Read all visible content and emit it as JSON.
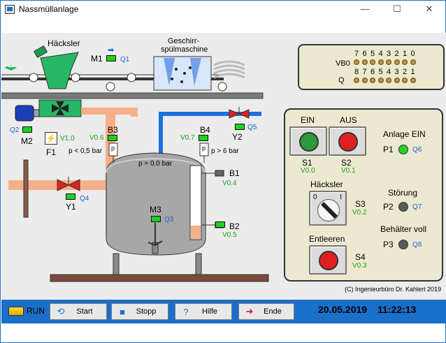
{
  "window": {
    "title": "Nassmüllanlage",
    "minimize_glyph": "—",
    "maximize_glyph": "☐",
    "close_glyph": "✕"
  },
  "scene": {
    "haecksler_label": "Häcksler",
    "spuelmaschine_label_1": "Geschirr-",
    "spuelmaschine_label_2": "spülmaschine",
    "m1": "M1",
    "q1": "Q1",
    "m2": "M2",
    "q2": "Q2",
    "f1": "F1",
    "v1_0": "V1.0",
    "b3": "B3",
    "v0_6": "V0.6",
    "b3_desc": "p < 0,5 bar",
    "b4": "B4",
    "v0_7": "V0.7",
    "b4_desc": "p > 6 bar",
    "y2": "Y2",
    "q5": "Q5",
    "y1": "Y1",
    "q4": "Q4",
    "pressure": "p =  0.0 bar",
    "b1": "B1",
    "v0_4": "V0.4",
    "b2": "B2",
    "v0_5": "V0.5",
    "m3": "M3",
    "q3": "Q3",
    "p_label": "p"
  },
  "plc": {
    "row1_label": "VB0",
    "row1_digits": [
      "7",
      "6",
      "5",
      "4",
      "3",
      "2",
      "1",
      "0"
    ],
    "row2_label": "Q",
    "row2_digits": [
      "8",
      "7",
      "6",
      "5",
      "4",
      "3",
      "2",
      "1"
    ]
  },
  "panel": {
    "ein_label": "EIN",
    "aus_label": "AUS",
    "s1": "S1",
    "v0_0": "V0.0",
    "s2": "S2",
    "v0_1": "V0.1",
    "anlage_ein": "Anlage EIN",
    "p1": "P1",
    "q6": "Q6",
    "haecksler": "Häcksler",
    "switch_left": "0",
    "switch_right": "I",
    "s3": "S3",
    "v0_2": "V0.2",
    "stoerung": "Störung",
    "p2": "P2",
    "q7": "Q7",
    "behaelter_voll": "Behälter voll",
    "p3": "P3",
    "q8": "Q8",
    "entleeren": "Entleeren",
    "s4": "S4",
    "v0_3": "V0.3"
  },
  "copyright": "(C) Ingenieurbüro Dr. Kahlert 2019",
  "bottom": {
    "run_label": "RUN",
    "start_label": "Start",
    "stopp_label": "Stopp",
    "hilfe_label": "Hilfe",
    "ende_label": "Ende",
    "date": "20.05.2019",
    "time": "11:22:13"
  },
  "colors": {
    "accent": "#1a6fc8",
    "indicator_on": "#1fd11f",
    "pipe_water": "#1e6fe0",
    "pipe_waste": "#f5b08a",
    "valve_red": "#e02020"
  }
}
